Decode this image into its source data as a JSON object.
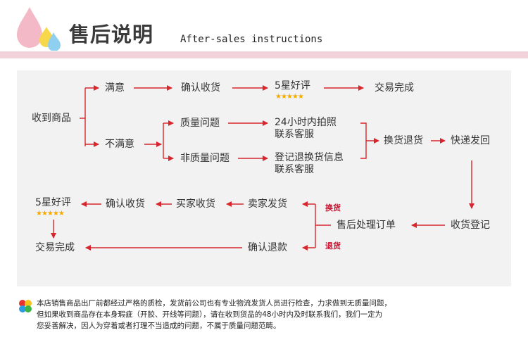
{
  "header": {
    "title_cn": "售后说明",
    "title_en": "After-sales instructions"
  },
  "nodes": {
    "receive_goods": "收到商品",
    "satisfied": "满意",
    "dissatisfied": "不满意",
    "confirm_receipt_top": "确认收货",
    "five_star_top": "5星好评",
    "stars_top": "★★★★★",
    "deal_done_top": "交易完成",
    "quality_issue": "质量问题",
    "non_quality_issue": "非质量问题",
    "photo_24h_line1": "24小时内拍照",
    "photo_24h_line2": "联系客服",
    "register_line1": "登记退换货信息",
    "register_line2": "联系客服",
    "exchange_return": "换货退货",
    "express_back": "快递发回",
    "receipt_register": "收货登记",
    "after_sales_order": "售后处理订单",
    "seller_ship": "卖家发货",
    "buyer_receipt": "买家收货",
    "confirm_receipt_bottom": "确认收货",
    "five_star_bottom": "5星好评",
    "stars_bottom": "★★★★★",
    "deal_done_bottom": "交易完成",
    "confirm_refund": "确认退款",
    "tag_exchange": "换货",
    "tag_refund": "退货"
  },
  "note": {
    "line1": "本店销售商品出厂前都经过严格的质检，发货前公司也有专业物流发货人员进行检查，力求做到无质量问题，",
    "line2": "但如果收到商品存在本身瑕疵（开胶、开线等问题），请在收到货品的48小时内及时联系我们，我们一定为",
    "line3": "您妥善解决，因人为穿着或者打理不当造成的问题，不属于质量问题范畴。"
  },
  "colors": {
    "accent_red": "#c8102e",
    "arrow": "#d7262d",
    "pink_band": "#f1d2d8",
    "panel_bg": "#f2f2f2",
    "stars": "#f5a800"
  }
}
